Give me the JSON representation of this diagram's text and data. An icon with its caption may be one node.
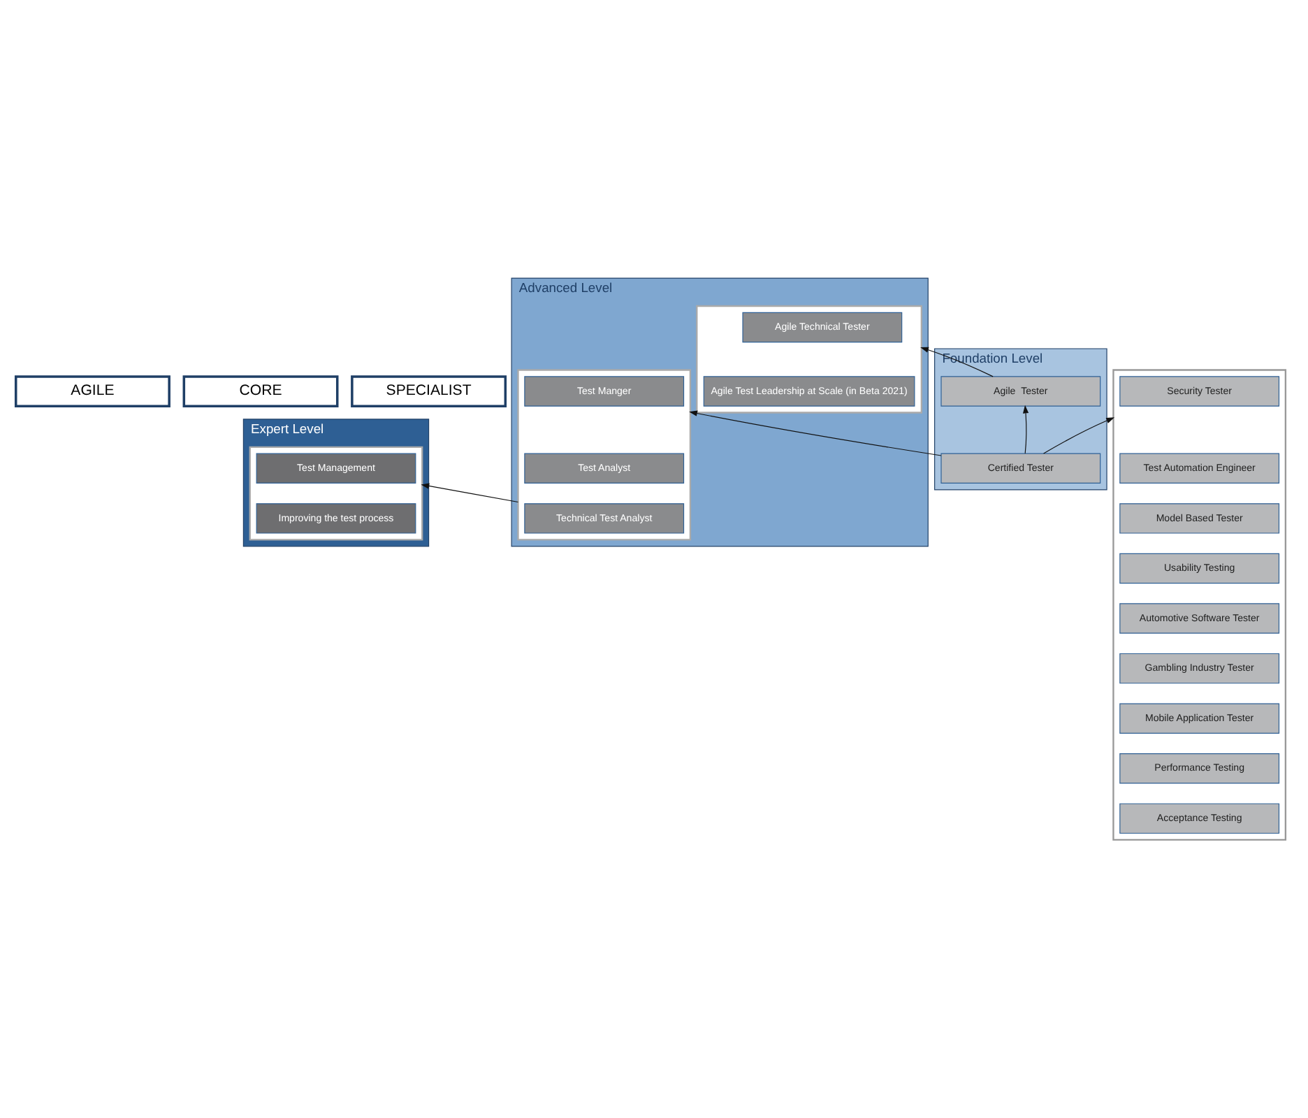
{
  "diagram": {
    "nodes": [
      {
        "text": [
          "AGILE"
        ]
      },
      {
        "text": [
          "CORE"
        ]
      },
      {
        "text": [
          "SPECIALIST"
        ]
      },
      {
        "text": [
          "Expert Level"
        ]
      },
      {
        "text": [
          "Advanced Level"
        ]
      },
      {
        "text": [
          "Foundation Level"
        ]
      },
      {
        "text": [],
        "shape": "box",
        "in": 3
      },
      {
        "text": [
          "Test Management"
        ],
        "in": 6
      },
      {
        "text": [
          "Improving the test process"
        ],
        "in": 6
      },
      {
        "text": [],
        "shape": "box",
        "in": 4
      },
      {
        "text": [
          "Agile Technical Tester"
        ],
        "in": 9
      },
      {
        "text": [
          "Agile Test Leadership at Scale (in Beta 2021)"
        ],
        "in": 9
      },
      {
        "text": [],
        "shape": "box",
        "in": 4
      },
      {
        "text": [
          "Test Manger"
        ],
        "in": 12
      },
      {
        "text": [
          "Test Analyst"
        ],
        "in": 12
      },
      {
        "text": [
          "Technical Test Analyst"
        ],
        "in": 12
      },
      {
        "text": [],
        "shape": "box"
      },
      {
        "text": [
          "Security Tester"
        ],
        "in": 16
      },
      {
        "text": [
          "Test Automation Engineer"
        ],
        "in": 16
      },
      {
        "text": [
          "Model Based Tester"
        ],
        "in": 16
      },
      {
        "text": [
          "Usability Testing"
        ],
        "in": 16
      },
      {
        "text": [
          "Automotive Software Tester"
        ],
        "in": 16
      },
      {
        "text": [
          "Gambling Industry Tester"
        ],
        "in": 16
      },
      {
        "text": [
          "Mobile Application Tester"
        ],
        "in": 16
      },
      {
        "text": [
          "Performance Testing"
        ],
        "in": 16
      },
      {
        "text": [
          "Acceptance Testing"
        ],
        "in": 16
      },
      {
        "text": [
          "Agile  Tester"
        ],
        "in": 5
      },
      {
        "text": [
          "Certified Tester"
        ],
        "in": 5
      }
    ],
    "edges": [
      {
        "from": 26,
        "to": 9,
        "arrow": "to"
      },
      {
        "from": 27,
        "to": 26,
        "arrow": "to"
      },
      {
        "from": 27,
        "to": 12,
        "arrow": "to"
      },
      {
        "from": 12,
        "to": 6,
        "arrow": "to"
      },
      {
        "from": 27,
        "to": 16,
        "arrow": "to"
      }
    ]
  }
}
